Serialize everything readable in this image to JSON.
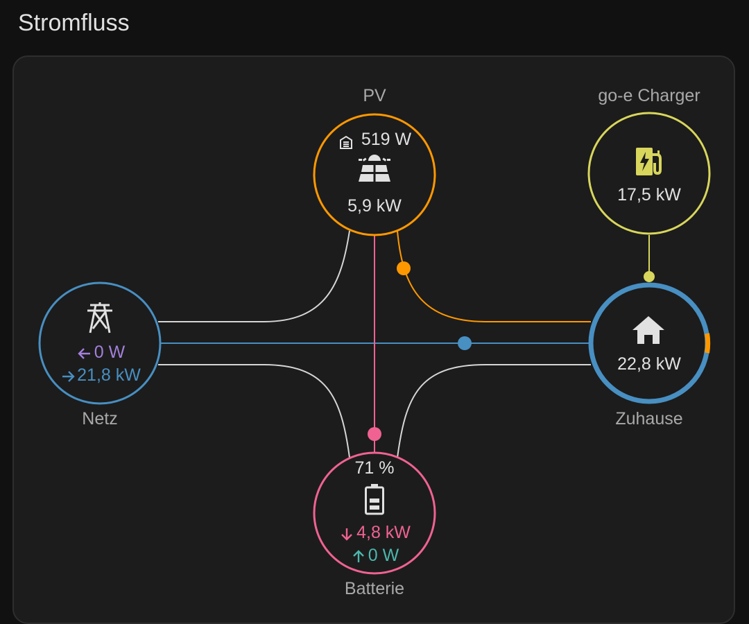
{
  "card_title": "Stromfluss",
  "colors": {
    "solar": "#ff9800",
    "grid": "#488fc2",
    "grid_return": "#a280db",
    "battery": "#f06292",
    "battery_in": "#4db6ac",
    "charger": "#d8d65c",
    "neutral": "#d6d6d6"
  },
  "nodes": {
    "pv": {
      "label": "PV",
      "secondary_icon": "home-battery-icon",
      "secondary_value": "519 W",
      "icon": "solar-panel-icon",
      "value": "5,9 kW"
    },
    "charger": {
      "label": "go-e Charger",
      "icon": "ev-station-icon",
      "value": "17,5 kW"
    },
    "grid": {
      "label": "Netz",
      "icon": "transmission-tower-icon",
      "return_arrow": "arrow-left-icon",
      "return_value": "0 W",
      "consumption_arrow": "arrow-right-icon",
      "consumption_value": "21,8 kW"
    },
    "home": {
      "label": "Zuhause",
      "icon": "home-icon",
      "value": "22,8 kW"
    },
    "battery": {
      "label": "Batterie",
      "state_of_charge": "71 %",
      "icon": "battery-icon",
      "out_arrow": "arrow-down-icon",
      "out_value": "4,8 kW",
      "in_arrow": "arrow-up-icon",
      "in_value": "0 W"
    }
  }
}
